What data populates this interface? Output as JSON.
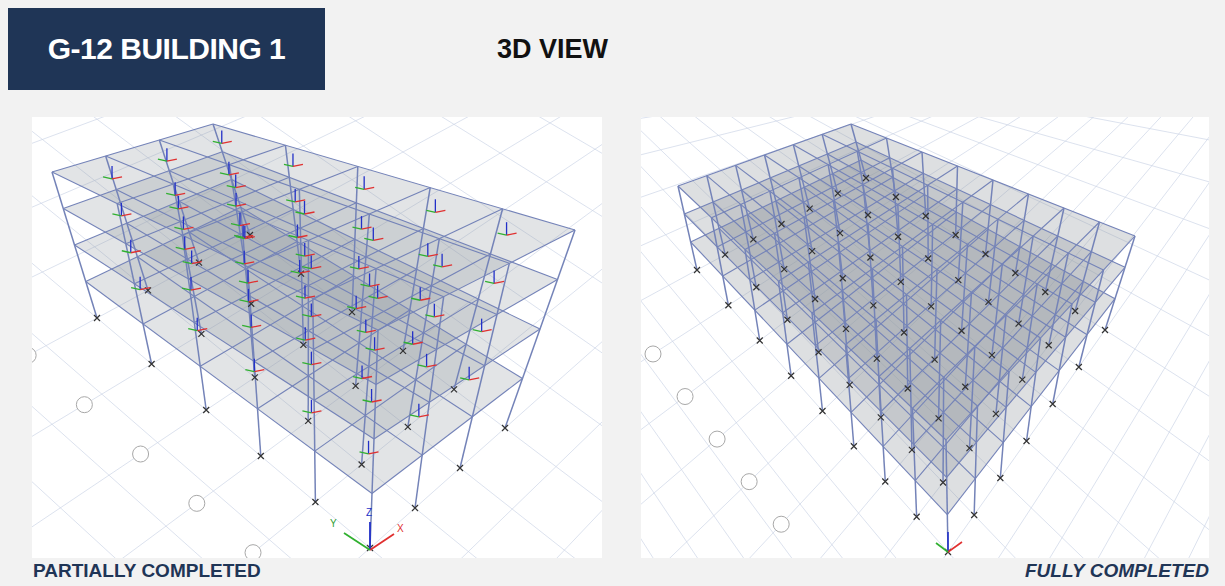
{
  "diagram": {
    "title": "3D VIEW",
    "nodes": [
      {
        "text": [
          "G-12 BUILDING 1"
        ]
      }
    ],
    "labels": [
      "PARTIALLY COMPLETED",
      "FULLY COMPLETED",
      "Y",
      "Z",
      "X"
    ]
  }
}
